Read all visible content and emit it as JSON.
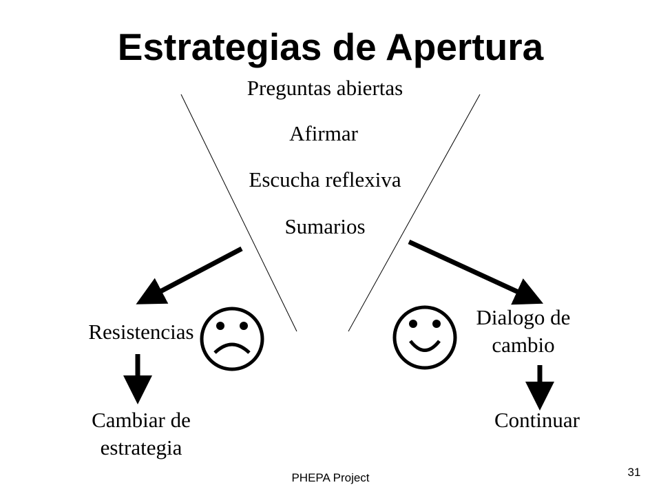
{
  "slide": {
    "title": "Estrategias de Apertura",
    "center_items": [
      "Preguntas abiertas",
      "Afirmar",
      "Escucha reflexiva",
      "Sumarios"
    ],
    "left_branch": {
      "label": "Resistencias",
      "outcome_line1": "Cambiar de",
      "outcome_line2": "estrategia",
      "face_icon": "sad-face-icon"
    },
    "right_branch": {
      "label_line1": "Dialogo de",
      "label_line2": "cambio",
      "outcome": "Continuar",
      "face_icon": "happy-face-icon"
    },
    "footer": "PHEPA Project",
    "page_number": "31"
  }
}
